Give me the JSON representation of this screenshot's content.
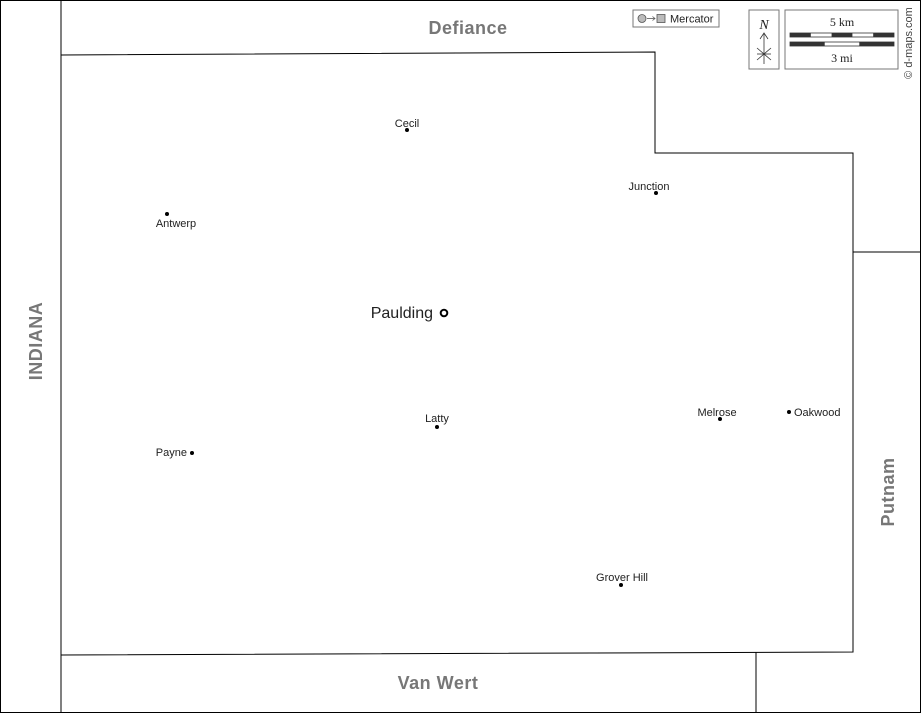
{
  "map": {
    "neighbors": {
      "north": "Defiance",
      "west": "INDIANA",
      "east": "Putnam",
      "south": "Van Wert"
    },
    "county_seat": {
      "name": "Paulding",
      "icon": "county-seat-ring-icon"
    },
    "towns": [
      {
        "name": "Cecil"
      },
      {
        "name": "Junction"
      },
      {
        "name": "Antwerp"
      },
      {
        "name": "Latty"
      },
      {
        "name": "Melrose"
      },
      {
        "name": "Oakwood"
      },
      {
        "name": "Payne"
      },
      {
        "name": "Grover Hill"
      }
    ],
    "projection_label": "Mercator",
    "projection_icon": "globe-to-flat-projection-icon",
    "north_label": "N",
    "north_icon": "north-arrow-icon",
    "scale_km": "5 km",
    "scale_mi": "3 mi",
    "credit": "© d-maps.com",
    "colors": {
      "background": "#ffffff",
      "border": "#000000",
      "region_label": "#777777",
      "town_label": "#222222"
    }
  }
}
